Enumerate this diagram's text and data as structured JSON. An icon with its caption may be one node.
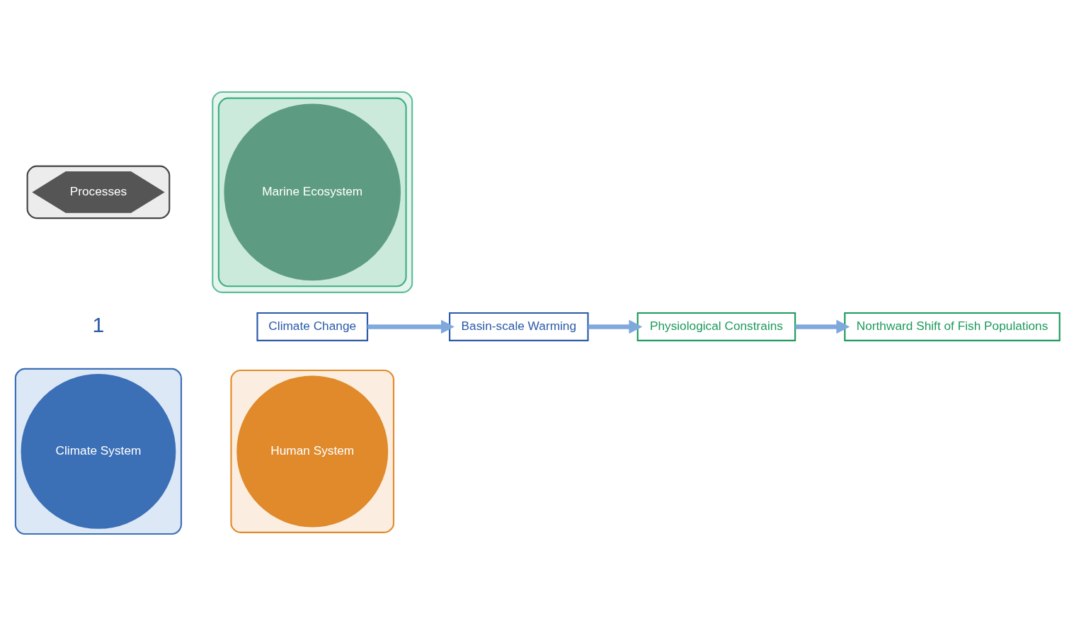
{
  "diagram": {
    "nodes": [
      {
        "text": [],
        "shape": "ellipse"
      },
      {
        "text": [
          "Climate System"
        ],
        "in": 0
      },
      {
        "text": [
          "Climate Change"
        ]
      },
      {
        "text": [],
        "shape": "ellipse"
      },
      {
        "text": [
          "Processes"
        ],
        "in": 3
      },
      {
        "text": [
          "Basin-scale Warming"
        ]
      },
      {
        "text": [
          "Physiological Constrains"
        ]
      },
      {
        "text": [],
        "shape": "ellipse"
      },
      {
        "text": [
          "Human System"
        ],
        "in": 7
      },
      {
        "text": [],
        "shape": "ellipse"
      },
      {
        "text": [],
        "shape": "ellipse",
        "in": 9
      },
      {
        "text": [
          "Marine Ecosystem"
        ],
        "in": 10
      },
      {
        "text": [
          "Northward Shift of Fish Populations"
        ]
      }
    ],
    "edges": [
      {
        "from": 2,
        "to": 5,
        "arrow": "to"
      },
      {
        "from": 5,
        "to": 6,
        "arrow": "to"
      },
      {
        "from": 6,
        "to": 12,
        "arrow": "to"
      }
    ],
    "labels": [
      "1"
    ]
  }
}
